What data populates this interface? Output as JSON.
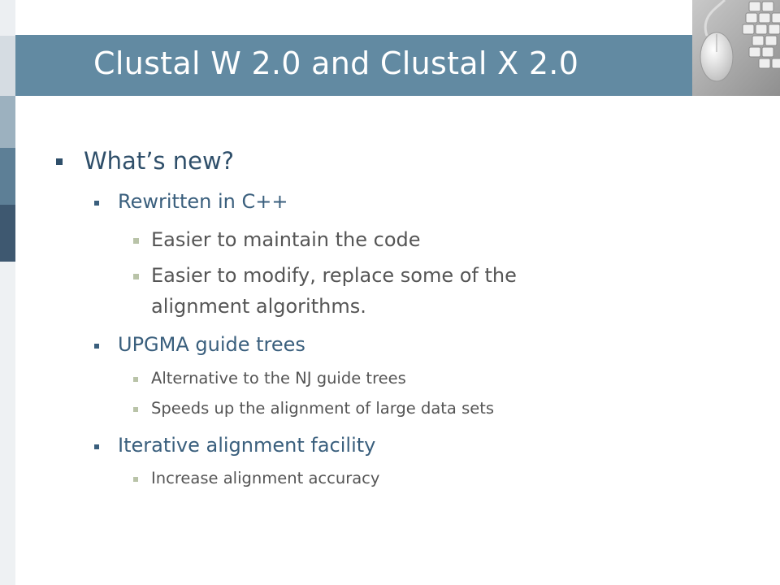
{
  "title": "Clustal W 2.0 and Clustal X 2.0",
  "content": {
    "heading": "What’s new?",
    "section1": {
      "label": "Rewritten in C++",
      "items": [
        "Easier to maintain the code",
        "Easier to modify, replace some of the",
        "alignment algorithms."
      ]
    },
    "section2": {
      "label": "UPGMA guide trees",
      "items": [
        "Alternative to the NJ guide trees",
        "Speeds up the alignment of large data sets"
      ]
    },
    "section3": {
      "label": "Iterative alignment facility",
      "items": [
        "Increase alignment accuracy"
      ]
    }
  },
  "colors": {
    "title_bar": "#628aa2",
    "title_text": "#ffffff",
    "level1_text": "#2f4f6a",
    "level2_text": "#3a5f7d",
    "level3_bullet": "#b9c3a8"
  },
  "icons": {
    "corner_image": "keyboard-mouse-photo"
  }
}
